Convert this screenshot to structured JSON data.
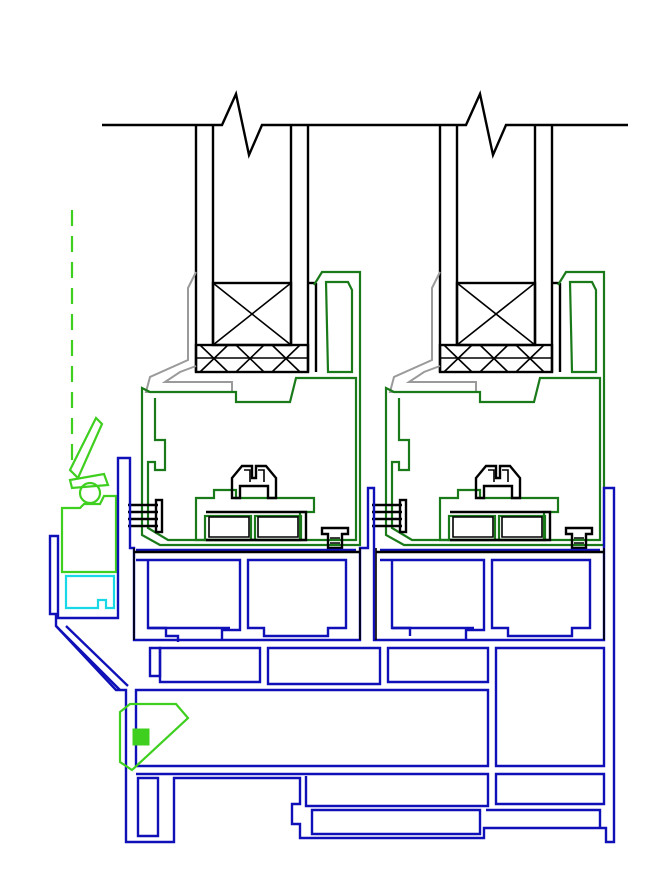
{
  "drawing": {
    "background": "#ffffff",
    "colors": {
      "glass_and_panels": "#000000",
      "sash_frame": "#1a7a1a",
      "handle_and_lock": "#3fcf1f",
      "outer_frame": "#1010b8",
      "glazing_bead": "#9a9a9a",
      "drain_insert": "#18d8e8"
    },
    "components": [
      "top-edge-line",
      "glass-pane-left",
      "glass-pane-right",
      "glazing-bead-left",
      "glazing-bead-right",
      "sash-profile-left",
      "sash-profile-right",
      "roller-left",
      "roller-right",
      "handle-swing-line",
      "handle-lever",
      "handle-body",
      "drain-insert",
      "outer-frame",
      "lock-keeper",
      "base-profile"
    ]
  }
}
